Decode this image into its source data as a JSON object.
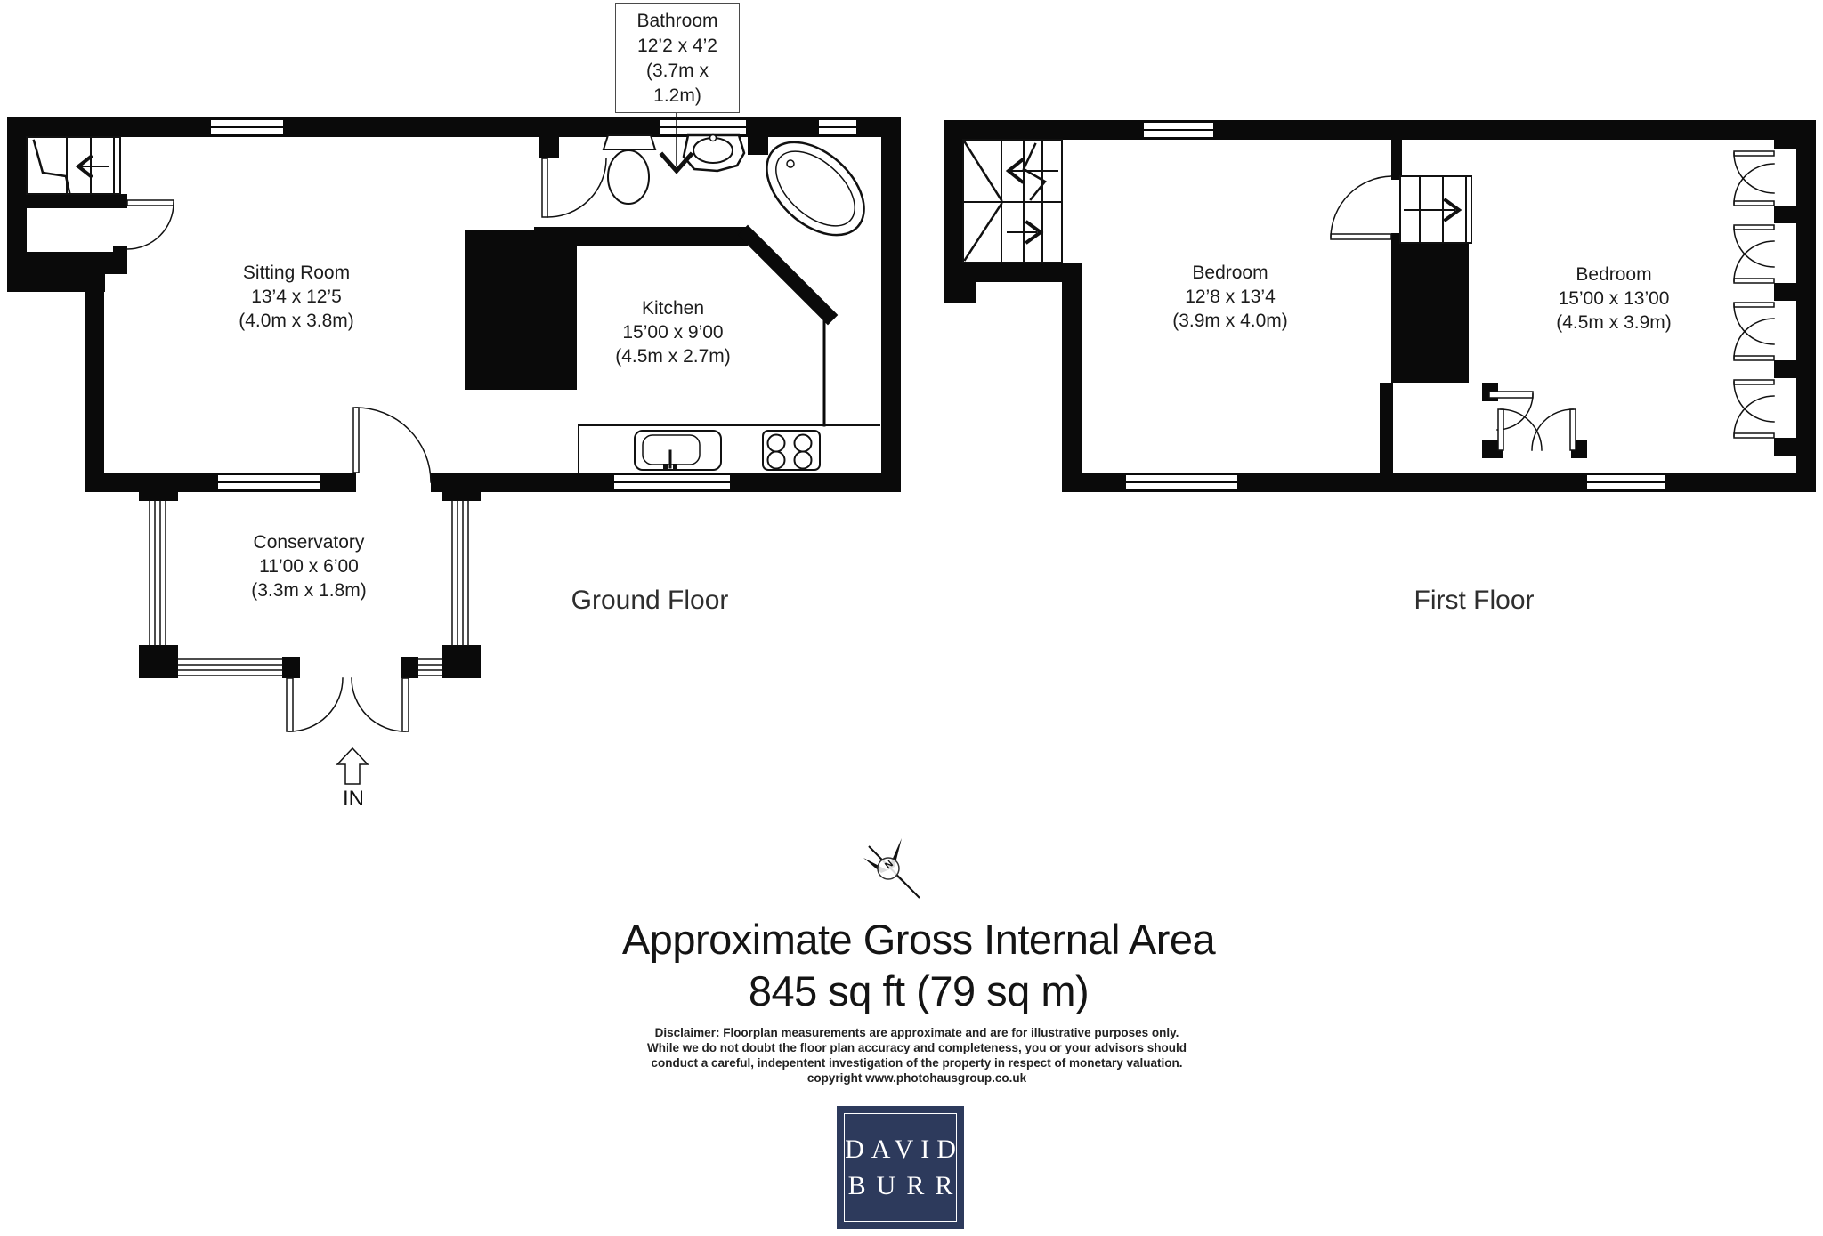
{
  "compass": {
    "label": "N"
  },
  "ground_floor": {
    "label": "Ground Floor",
    "bathroom": {
      "name": "Bathroom",
      "dims_imperial": "12’2 x 4’2",
      "dims_metric": "(3.7m x 1.2m)"
    },
    "sitting_room": {
      "name": "Sitting Room",
      "dims_imperial": "13’4 x 12’5",
      "dims_metric": "(4.0m x 3.8m)"
    },
    "kitchen": {
      "name": "Kitchen",
      "dims_imperial": "15’00 x 9’00",
      "dims_metric": "(4.5m x 2.7m)"
    },
    "conservatory": {
      "name": "Conservatory",
      "dims_imperial": "11’00 x 6’00",
      "dims_metric": "(3.3m x 1.8m)"
    },
    "entrance": "IN"
  },
  "first_floor": {
    "label": "First Floor",
    "bedroom_left": {
      "name": "Bedroom",
      "dims_imperial": "12’8 x 13’4",
      "dims_metric": "(3.9m x 4.0m)"
    },
    "bedroom_right": {
      "name": "Bedroom",
      "dims_imperial": "15’00 x 13’00",
      "dims_metric": "(4.5m x 3.9m)"
    }
  },
  "summary": {
    "title": "Approximate Gross Internal Area",
    "area": "845 sq ft (79 sq m)"
  },
  "disclaimer": {
    "lines": [
      "Disclaimer: Floorplan measurements are approximate and are for illustrative purposes only.",
      "While we do not doubt the floor plan accuracy and completeness, you or your advisors should",
      "conduct a careful, indepentent investigation of the property in respect of monetary valuation.",
      "copyright www.photohausgroup.co.uk"
    ]
  },
  "logo": {
    "line1": "DAVID",
    "line2": "BURR",
    "background": "#2d3a5c",
    "text_color": "#ffffff"
  }
}
